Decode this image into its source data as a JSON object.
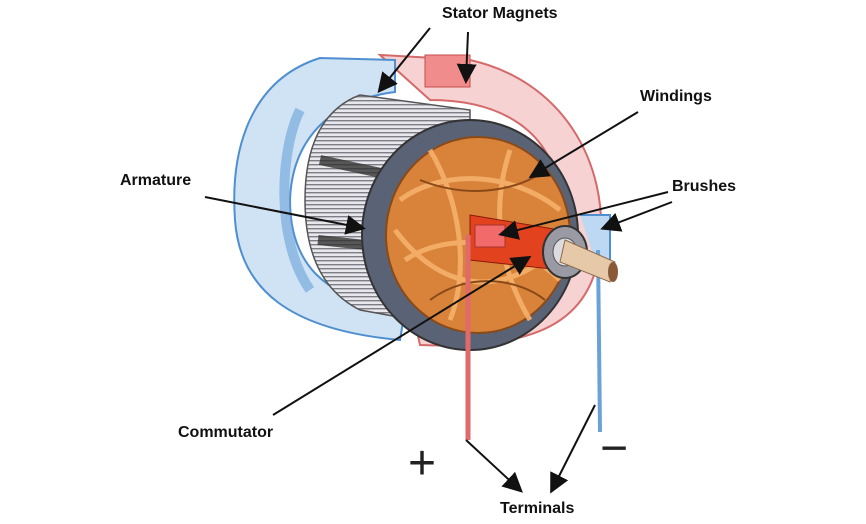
{
  "labels": {
    "stator_magnets": "Stator Magnets",
    "windings": "Windings",
    "armature": "Armature",
    "brushes": "Brushes",
    "commutator": "Commutator",
    "terminals": "Terminals",
    "plus": "+",
    "minus": "−"
  },
  "colors": {
    "stator_left": "#a9cdeb",
    "stator_right": "#f2b8b8",
    "windings": "#d9823a",
    "armature": "#9a9aa4",
    "commutator": "#e2421e"
  }
}
